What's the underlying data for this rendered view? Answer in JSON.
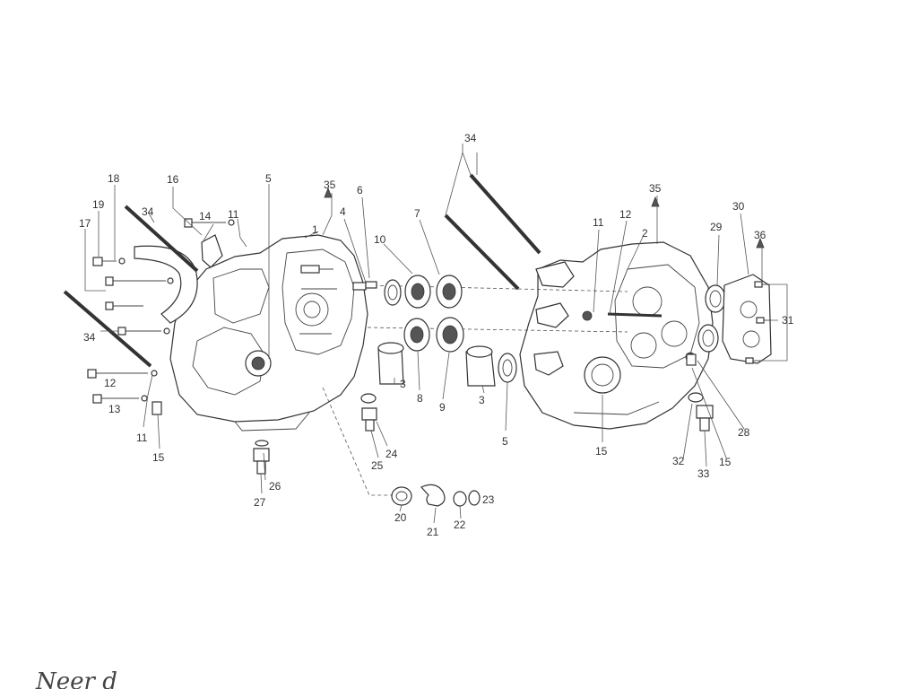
{
  "labels": {
    "c1": "1",
    "c2": "2",
    "c3a": "3",
    "c3b": "3",
    "c4": "4",
    "c5a": "5",
    "c5b": "5",
    "c6": "6",
    "c7": "7",
    "c8": "8",
    "c9": "9",
    "c10": "10",
    "c11a": "11",
    "c11b": "11",
    "c11c": "11",
    "c12a": "12",
    "c12b": "12",
    "c13": "13",
    "c14": "14",
    "c15a": "15",
    "c15b": "15",
    "c15c": "15",
    "c16": "16",
    "c17": "17",
    "c18": "18",
    "c19": "19",
    "c20": "20",
    "c21": "21",
    "c22": "22",
    "c23": "23",
    "c24": "24",
    "c25": "25",
    "c26": "26",
    "c27": "27",
    "c28": "28",
    "c29": "29",
    "c30": "30",
    "c31": "31",
    "c32": "32",
    "c33": "33",
    "c34a": "34",
    "c34b": "34",
    "c34c": "34",
    "c35a": "35",
    "c35b": "35",
    "c36": "36"
  },
  "handwriting": "Neer d"
}
